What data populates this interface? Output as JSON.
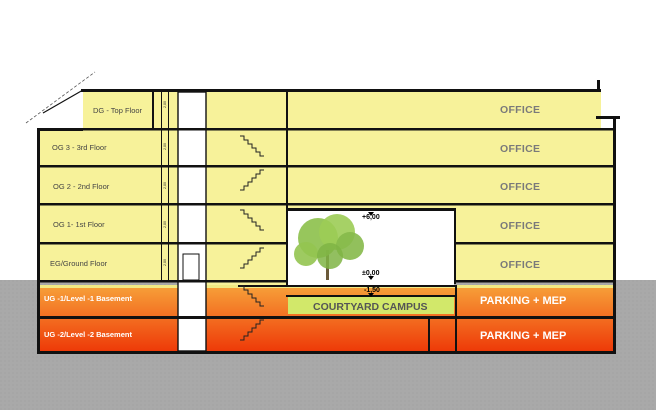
{
  "colors": {
    "floor_fill": "#f7f29a",
    "basement_top": "#f7a23a",
    "basement_bottom": "#ee3a08",
    "ground": "#a9a9a9",
    "courtyard_band": "#d2e86a",
    "structure": "#111111",
    "courtyard": "#ffffff"
  },
  "floors": [
    {
      "label": "DG - Top Floor",
      "height": "2,80"
    },
    {
      "label": "OG 3 - 3rd Floor",
      "height": "2,80"
    },
    {
      "label": "OG 2 - 2nd Floor",
      "height": "2,80"
    },
    {
      "label": "OG 1- 1st Floor",
      "height": "2,80"
    },
    {
      "label": "EG/Ground Floor",
      "height": "2,80"
    }
  ],
  "basements": [
    {
      "label": "UG -1/Level -1 Basement"
    },
    {
      "label": "UG -2/Level -2 Basement"
    }
  ],
  "office_labels": [
    "OFFICE",
    "OFFICE",
    "OFFICE",
    "OFFICE",
    "OFFICE"
  ],
  "parking_labels": [
    "PARKING + MEP",
    "PARKING + MEP"
  ],
  "courtyard": {
    "label": "COURTYARD CAMPUS",
    "elevation_top": "+6,00",
    "elevation_ground": "±0,00",
    "elevation_low": "-1,50",
    "tree_icon": "tree-icon"
  }
}
